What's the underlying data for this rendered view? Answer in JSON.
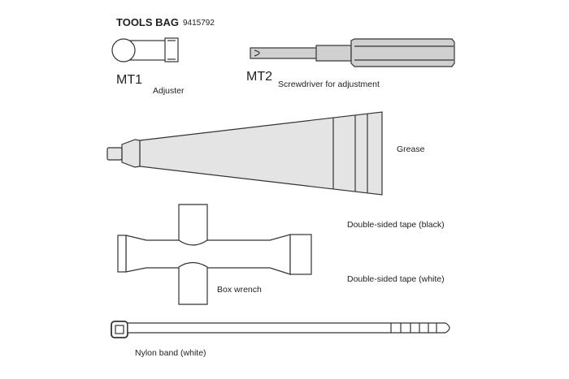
{
  "title": "TOOLS BAG",
  "part_number": "9415792",
  "items": {
    "mt1": {
      "code": "MT1",
      "label": "Adjuster"
    },
    "mt2": {
      "code": "MT2",
      "label": "Screwdriver for adjustment"
    },
    "grease": {
      "label": "Grease"
    },
    "tape_black": {
      "label": "Double-sided tape (black)"
    },
    "tape_white": {
      "label": "Double-sided tape (white)"
    },
    "box_wrench": {
      "label": "Box wrench"
    },
    "nylon_band": {
      "label": "Nylon band (white)"
    }
  },
  "colors": {
    "line": "#333333",
    "fill": "#d0d0d0"
  }
}
